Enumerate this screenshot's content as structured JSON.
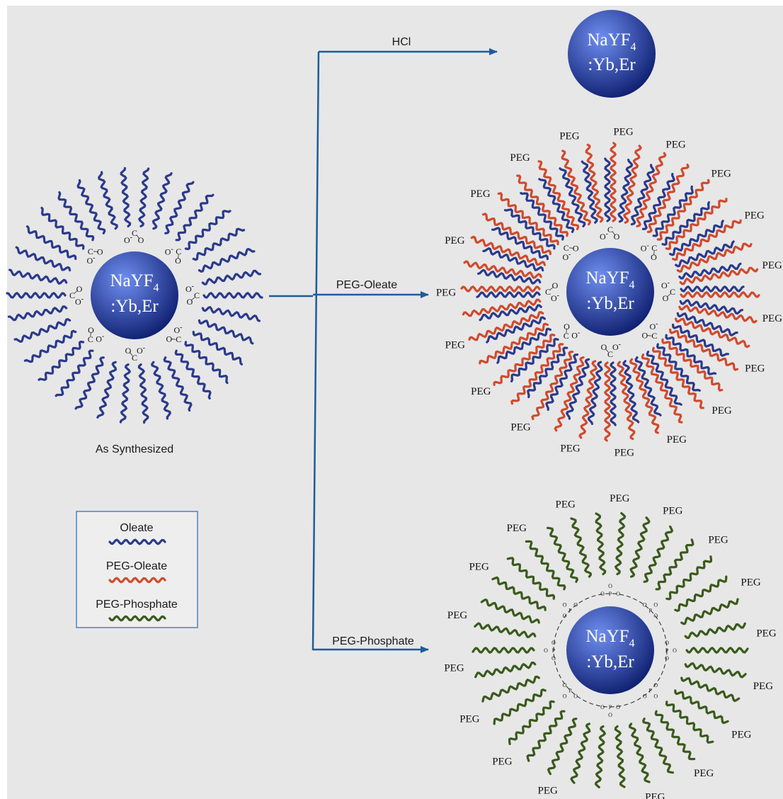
{
  "particles": {
    "core_label_line1": "NaYF",
    "core_label_subscript": "4",
    "core_label_line2": ":Yb,Er",
    "as_synthesized_label": "As Synthesized"
  },
  "arrows": {
    "hcl_label": "HCl",
    "peg_oleate_label": "PEG-Oleate",
    "peg_phosphate_label": "PEG-Phosphate"
  },
  "ligand_tag": "PEG",
  "chem": {
    "carbon": "C",
    "oxygen": "O",
    "anion": "-",
    "phosphorus": "P",
    "phosphate_oxygen": "O"
  },
  "legend": {
    "items": [
      {
        "label": "Oleate",
        "color": "#2a3a8c"
      },
      {
        "label": "PEG-Oleate",
        "color": "#d04a2c"
      },
      {
        "label": "PEG-Phosphate",
        "color": "#3a5a1c"
      }
    ]
  },
  "colors": {
    "background": "#e7e7e7",
    "arrow": "#1d5c9c",
    "core_light": "#6f8ef0",
    "core_dark": "#0a1a6a",
    "oleate": "#2a3a8c",
    "peg_oleate": "#d04a2c",
    "peg_phosphate": "#3a5a1c",
    "legend_border": "#4a84c4"
  }
}
